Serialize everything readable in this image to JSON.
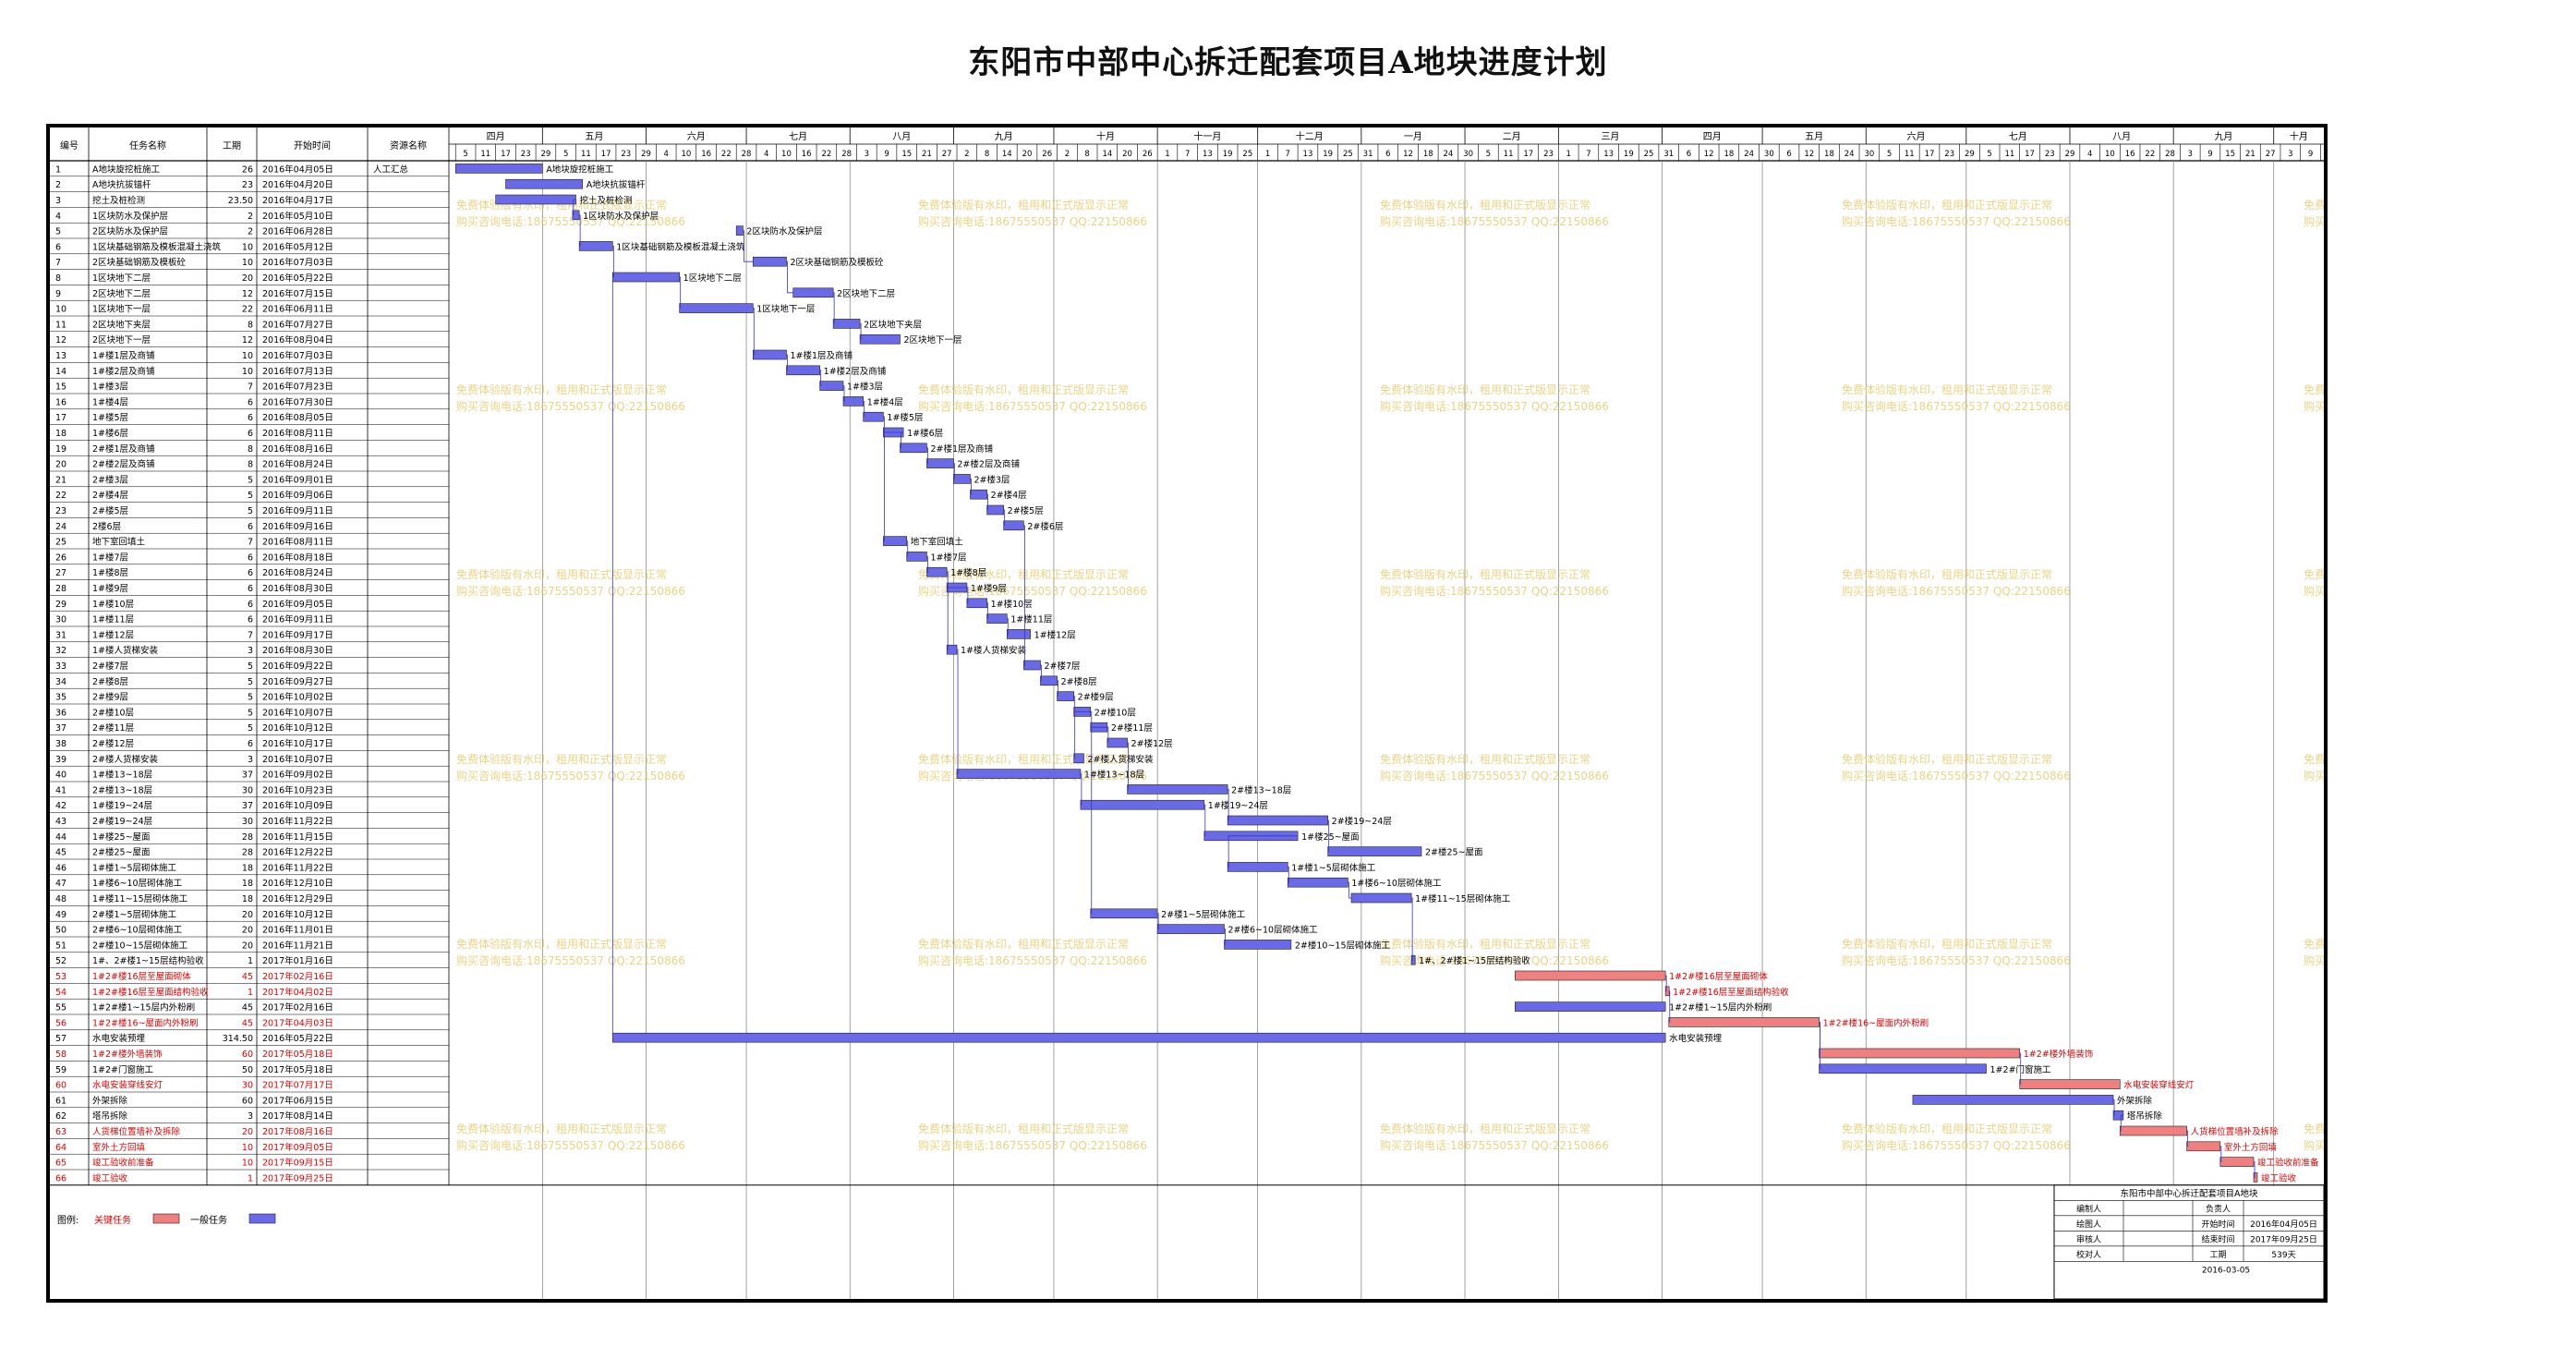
{
  "title": "东阳市中部中心拆迁配套项目A地块进度计划",
  "columns": {
    "id": "编号",
    "name": "任务名称",
    "duration": "工期",
    "start": "开始时间",
    "resource": "资源名称"
  },
  "watermark": {
    "line1": "免费体验版有水印，租用和正式版显示正常",
    "line2": "购买咨询电话:18675550537 QQ:22150866"
  },
  "colors": {
    "normal_bar": "#6a6ae8",
    "critical_bar": "#f08080",
    "critical_text": "#e00000",
    "grid": "#000000",
    "link": "#3333cc"
  },
  "timeline": {
    "months": [
      "四月",
      "五月",
      "六月",
      "七月",
      "八月",
      "九月",
      "十月",
      "十一月",
      "十二月",
      "一月",
      "二月",
      "三月",
      "四月",
      "五月",
      "六月",
      "七月",
      "八月",
      "九月",
      "十月"
    ],
    "start_date": "2016-04-05"
  },
  "legend": {
    "label": "图例:",
    "critical": "关键任务",
    "normal": "一般任务"
  },
  "info_box": {
    "title": "东阳市中部中心拆迁配套项目A地块",
    "rows": [
      [
        "编制人",
        "",
        "负责人",
        ""
      ],
      [
        "绘图人",
        "",
        "开始时间",
        "2016年04月05日"
      ],
      [
        "审核人",
        "",
        "结束时间",
        "2017年09月25日"
      ],
      [
        "校对人",
        "",
        "工期",
        "539天"
      ]
    ],
    "date": "2016-03-05"
  },
  "chart_data": {
    "type": "gantt",
    "title": "东阳市中部中心拆迁配套项目A地块进度计划",
    "tasks": [
      {
        "id": "1",
        "name": "A地块旋挖桩施工",
        "dur": "26",
        "start": "2016年04月05日",
        "res": "人工汇总",
        "crit": false,
        "s": "2016-04-05",
        "e": "2016-04-30",
        "lbl": "A地块旋挖桩施工"
      },
      {
        "id": "2",
        "name": "A地块抗拔锚杆",
        "dur": "23",
        "start": "2016年04月20日",
        "res": "",
        "crit": false,
        "s": "2016-04-20",
        "e": "2016-05-12",
        "lbl": "A地块抗拔锚杆"
      },
      {
        "id": "3",
        "name": "挖土及桩检测",
        "dur": "23.50",
        "start": "2016年04月17日",
        "res": "",
        "crit": false,
        "s": "2016-04-17",
        "e": "2016-05-10",
        "lbl": "挖土及桩检测"
      },
      {
        "id": "4",
        "name": "1区块防水及保护层",
        "dur": "2",
        "start": "2016年05月10日",
        "res": "",
        "crit": false,
        "s": "2016-05-10",
        "e": "2016-05-11",
        "lbl": "1区块防水及保护层"
      },
      {
        "id": "5",
        "name": "2区块防水及保护层",
        "dur": "2",
        "start": "2016年06月28日",
        "res": "",
        "crit": false,
        "s": "2016-06-28",
        "e": "2016-06-29",
        "lbl": "2区块防水及保护层"
      },
      {
        "id": "6",
        "name": "1区块基础钢筋及模板混凝土浇筑",
        "dur": "10",
        "start": "2016年05月12日",
        "res": "",
        "crit": false,
        "s": "2016-05-12",
        "e": "2016-05-21",
        "lbl": "1区块基础钢筋及模板混凝土浇筑"
      },
      {
        "id": "7",
        "name": "2区块基础钢筋及模板砼",
        "dur": "10",
        "start": "2016年07月03日",
        "res": "",
        "crit": false,
        "s": "2016-07-03",
        "e": "2016-07-12",
        "lbl": "2区块基础钢筋及模板砼"
      },
      {
        "id": "8",
        "name": "1区块地下二层",
        "dur": "20",
        "start": "2016年05月22日",
        "res": "",
        "crit": false,
        "s": "2016-05-22",
        "e": "2016-06-10",
        "lbl": "1区块地下二层"
      },
      {
        "id": "9",
        "name": "2区块地下二层",
        "dur": "12",
        "start": "2016年07月15日",
        "res": "",
        "crit": false,
        "s": "2016-07-15",
        "e": "2016-07-26",
        "lbl": "2区块地下二层"
      },
      {
        "id": "10",
        "name": "1区块地下一层",
        "dur": "22",
        "start": "2016年06月11日",
        "res": "",
        "crit": false,
        "s": "2016-06-11",
        "e": "2016-07-02",
        "lbl": "1区块地下一层"
      },
      {
        "id": "11",
        "name": "2区块地下夹层",
        "dur": "8",
        "start": "2016年07月27日",
        "res": "",
        "crit": false,
        "s": "2016-07-27",
        "e": "2016-08-03",
        "lbl": "2区块地下夹层"
      },
      {
        "id": "12",
        "name": "2区块地下一层",
        "dur": "12",
        "start": "2016年08月04日",
        "res": "",
        "crit": false,
        "s": "2016-08-04",
        "e": "2016-08-15",
        "lbl": "2区块地下一层"
      },
      {
        "id": "13",
        "name": "1#楼1层及商铺",
        "dur": "10",
        "start": "2016年07月03日",
        "res": "",
        "crit": false,
        "s": "2016-07-03",
        "e": "2016-07-12",
        "lbl": "1#楼1层及商铺"
      },
      {
        "id": "14",
        "name": "1#楼2层及商铺",
        "dur": "10",
        "start": "2016年07月13日",
        "res": "",
        "crit": false,
        "s": "2016-07-13",
        "e": "2016-07-22",
        "lbl": "1#楼2层及商铺"
      },
      {
        "id": "15",
        "name": "1#楼3层",
        "dur": "7",
        "start": "2016年07月23日",
        "res": "",
        "crit": false,
        "s": "2016-07-23",
        "e": "2016-07-29",
        "lbl": "1#楼3层"
      },
      {
        "id": "16",
        "name": "1#楼4层",
        "dur": "6",
        "start": "2016年07月30日",
        "res": "",
        "crit": false,
        "s": "2016-07-30",
        "e": "2016-08-04",
        "lbl": "1#楼4层"
      },
      {
        "id": "17",
        "name": "1#楼5层",
        "dur": "6",
        "start": "2016年08月05日",
        "res": "",
        "crit": false,
        "s": "2016-08-05",
        "e": "2016-08-10",
        "lbl": "1#楼5层"
      },
      {
        "id": "18",
        "name": "1#楼6层",
        "dur": "6",
        "start": "2016年08月11日",
        "res": "",
        "crit": false,
        "s": "2016-08-11",
        "e": "2016-08-16",
        "lbl": "1#楼6层"
      },
      {
        "id": "19",
        "name": "2#楼1层及商铺",
        "dur": "8",
        "start": "2016年08月16日",
        "res": "",
        "crit": false,
        "s": "2016-08-16",
        "e": "2016-08-23",
        "lbl": "2#楼1层及商铺"
      },
      {
        "id": "20",
        "name": "2#楼2层及商铺",
        "dur": "8",
        "start": "2016年08月24日",
        "res": "",
        "crit": false,
        "s": "2016-08-24",
        "e": "2016-08-31",
        "lbl": "2#楼2层及商铺"
      },
      {
        "id": "21",
        "name": "2#楼3层",
        "dur": "5",
        "start": "2016年09月01日",
        "res": "",
        "crit": false,
        "s": "2016-09-01",
        "e": "2016-09-05",
        "lbl": "2#楼3层"
      },
      {
        "id": "22",
        "name": "2#楼4层",
        "dur": "5",
        "start": "2016年09月06日",
        "res": "",
        "crit": false,
        "s": "2016-09-06",
        "e": "2016-09-10",
        "lbl": "2#楼4层"
      },
      {
        "id": "23",
        "name": "2#楼5层",
        "dur": "5",
        "start": "2016年09月11日",
        "res": "",
        "crit": false,
        "s": "2016-09-11",
        "e": "2016-09-15",
        "lbl": "2#楼5层"
      },
      {
        "id": "24",
        "name": "2楼6层",
        "dur": "6",
        "start": "2016年09月16日",
        "res": "",
        "crit": false,
        "s": "2016-09-16",
        "e": "2016-09-21",
        "lbl": "2#楼6层"
      },
      {
        "id": "25",
        "name": "地下室回填土",
        "dur": "7",
        "start": "2016年08月11日",
        "res": "",
        "crit": false,
        "s": "2016-08-11",
        "e": "2016-08-17",
        "lbl": "地下室回填土"
      },
      {
        "id": "26",
        "name": "1#楼7层",
        "dur": "6",
        "start": "2016年08月18日",
        "res": "",
        "crit": false,
        "s": "2016-08-18",
        "e": "2016-08-23",
        "lbl": "1#楼7层"
      },
      {
        "id": "27",
        "name": "1#楼8层",
        "dur": "6",
        "start": "2016年08月24日",
        "res": "",
        "crit": false,
        "s": "2016-08-24",
        "e": "2016-08-29",
        "lbl": "1#楼8层"
      },
      {
        "id": "28",
        "name": "1#楼9层",
        "dur": "6",
        "start": "2016年08月30日",
        "res": "",
        "crit": false,
        "s": "2016-08-30",
        "e": "2016-09-04",
        "lbl": "1#楼9层"
      },
      {
        "id": "29",
        "name": "1#楼10层",
        "dur": "6",
        "start": "2016年09月05日",
        "res": "",
        "crit": false,
        "s": "2016-09-05",
        "e": "2016-09-10",
        "lbl": "1#楼10层"
      },
      {
        "id": "30",
        "name": "1#楼11层",
        "dur": "6",
        "start": "2016年09月11日",
        "res": "",
        "crit": false,
        "s": "2016-09-11",
        "e": "2016-09-16",
        "lbl": "1#楼11层"
      },
      {
        "id": "31",
        "name": "1#楼12层",
        "dur": "7",
        "start": "2016年09月17日",
        "res": "",
        "crit": false,
        "s": "2016-09-17",
        "e": "2016-09-23",
        "lbl": "1#楼12层"
      },
      {
        "id": "32",
        "name": "1#楼人货梯安装",
        "dur": "3",
        "start": "2016年08月30日",
        "res": "",
        "crit": false,
        "s": "2016-08-30",
        "e": "2016-09-01",
        "lbl": "1#楼人货梯安装"
      },
      {
        "id": "33",
        "name": "2#楼7层",
        "dur": "5",
        "start": "2016年09月22日",
        "res": "",
        "crit": false,
        "s": "2016-09-22",
        "e": "2016-09-26",
        "lbl": "2#楼7层"
      },
      {
        "id": "34",
        "name": "2#楼8层",
        "dur": "5",
        "start": "2016年09月27日",
        "res": "",
        "crit": false,
        "s": "2016-09-27",
        "e": "2016-10-01",
        "lbl": "2#楼8层"
      },
      {
        "id": "35",
        "name": "2#楼9层",
        "dur": "5",
        "start": "2016年10月02日",
        "res": "",
        "crit": false,
        "s": "2016-10-02",
        "e": "2016-10-06",
        "lbl": "2#楼9层"
      },
      {
        "id": "36",
        "name": "2#楼10层",
        "dur": "5",
        "start": "2016年10月07日",
        "res": "",
        "crit": false,
        "s": "2016-10-07",
        "e": "2016-10-11",
        "lbl": "2#楼10层"
      },
      {
        "id": "37",
        "name": "2#楼11层",
        "dur": "5",
        "start": "2016年10月12日",
        "res": "",
        "crit": false,
        "s": "2016-10-12",
        "e": "2016-10-16",
        "lbl": "2#楼11层"
      },
      {
        "id": "38",
        "name": "2#楼12层",
        "dur": "6",
        "start": "2016年10月17日",
        "res": "",
        "crit": false,
        "s": "2016-10-17",
        "e": "2016-10-22",
        "lbl": "2#楼12层"
      },
      {
        "id": "39",
        "name": "2#楼人货梯安装",
        "dur": "3",
        "start": "2016年10月07日",
        "res": "",
        "crit": false,
        "s": "2016-10-07",
        "e": "2016-10-09",
        "lbl": "2#楼人货梯安装"
      },
      {
        "id": "40",
        "name": "1#楼13~18层",
        "dur": "37",
        "start": "2016年09月02日",
        "res": "",
        "crit": false,
        "s": "2016-09-02",
        "e": "2016-10-08",
        "lbl": "1#楼13~18层"
      },
      {
        "id": "41",
        "name": "2#楼13~18层",
        "dur": "30",
        "start": "2016年10月23日",
        "res": "",
        "crit": false,
        "s": "2016-10-23",
        "e": "2016-11-21",
        "lbl": "2#楼13~18层"
      },
      {
        "id": "42",
        "name": "1#楼19~24层",
        "dur": "37",
        "start": "2016年10月09日",
        "res": "",
        "crit": false,
        "s": "2016-10-09",
        "e": "2016-11-14",
        "lbl": "1#楼19~24层"
      },
      {
        "id": "43",
        "name": "2#楼19~24层",
        "dur": "30",
        "start": "2016年11月22日",
        "res": "",
        "crit": false,
        "s": "2016-11-22",
        "e": "2016-12-21",
        "lbl": "2#楼19~24层"
      },
      {
        "id": "44",
        "name": "1#楼25~屋面",
        "dur": "28",
        "start": "2016年11月15日",
        "res": "",
        "crit": false,
        "s": "2016-11-15",
        "e": "2016-12-12",
        "lbl": "1#楼25~屋面"
      },
      {
        "id": "45",
        "name": "2#楼25~屋面",
        "dur": "28",
        "start": "2016年12月22日",
        "res": "",
        "crit": false,
        "s": "2016-12-22",
        "e": "2017-01-18",
        "lbl": "2#楼25~屋面"
      },
      {
        "id": "46",
        "name": "1#楼1~5层砌体施工",
        "dur": "18",
        "start": "2016年11月22日",
        "res": "",
        "crit": false,
        "s": "2016-11-22",
        "e": "2016-12-09",
        "lbl": "1#楼1~5层砌体施工"
      },
      {
        "id": "47",
        "name": "1#楼6~10层砌体施工",
        "dur": "18",
        "start": "2016年12月10日",
        "res": "",
        "crit": false,
        "s": "2016-12-10",
        "e": "2016-12-27",
        "lbl": "1#楼6~10层砌体施工"
      },
      {
        "id": "48",
        "name": "1#楼11~15层砌体施工",
        "dur": "18",
        "start": "2016年12月29日",
        "res": "",
        "crit": false,
        "s": "2016-12-29",
        "e": "2017-01-15",
        "lbl": "1#楼11~15层砌体施工"
      },
      {
        "id": "49",
        "name": "2#楼1~5层砌体施工",
        "dur": "20",
        "start": "2016年10月12日",
        "res": "",
        "crit": false,
        "s": "2016-10-12",
        "e": "2016-10-31",
        "lbl": "2#楼1~5层砌体施工"
      },
      {
        "id": "50",
        "name": "2#楼6~10层砌体施工",
        "dur": "20",
        "start": "2016年11月01日",
        "res": "",
        "crit": false,
        "s": "2016-11-01",
        "e": "2016-11-20",
        "lbl": "2#楼6~10层砌体施工"
      },
      {
        "id": "51",
        "name": "2#楼10~15层砌体施工",
        "dur": "20",
        "start": "2016年11月21日",
        "res": "",
        "crit": false,
        "s": "2016-11-21",
        "e": "2016-12-10",
        "lbl": "2#楼10~15层砌体施工"
      },
      {
        "id": "52",
        "name": "1#、2#楼1~15层结构验收",
        "dur": "1",
        "start": "2017年01月16日",
        "res": "",
        "crit": false,
        "s": "2017-01-16",
        "e": "2017-01-16",
        "lbl": "1#、2#楼1~15层结构验收"
      },
      {
        "id": "53",
        "name": "1#2#楼16层至屋面砌体",
        "dur": "45",
        "start": "2017年02月16日",
        "res": "",
        "crit": true,
        "s": "2017-02-16",
        "e": "2017-04-01",
        "lbl": "1#2#楼16层至屋面砌体"
      },
      {
        "id": "54",
        "name": "1#2#楼16层至屋面结构验收",
        "dur": "1",
        "start": "2017年04月02日",
        "res": "",
        "crit": true,
        "s": "2017-04-02",
        "e": "2017-04-02",
        "lbl": "1#2#楼16层至屋面结构验收"
      },
      {
        "id": "55",
        "name": "1#2#楼1~15层内外粉刷",
        "dur": "45",
        "start": "2017年02月16日",
        "res": "",
        "crit": false,
        "s": "2017-02-16",
        "e": "2017-04-01",
        "lbl": "1#2#楼1~15层内外粉刷"
      },
      {
        "id": "56",
        "name": "1#2#楼16~屋面内外粉刷",
        "dur": "45",
        "start": "2017年04月03日",
        "res": "",
        "crit": true,
        "s": "2017-04-03",
        "e": "2017-05-17",
        "lbl": "1#2#楼16~屋面内外粉刷"
      },
      {
        "id": "57",
        "name": "水电安装预埋",
        "dur": "314.50",
        "start": "2016年05月22日",
        "res": "",
        "crit": false,
        "s": "2016-05-22",
        "e": "2017-04-01",
        "lbl": "水电安装预埋"
      },
      {
        "id": "58",
        "name": "1#2#楼外墙装饰",
        "dur": "60",
        "start": "2017年05月18日",
        "res": "",
        "crit": true,
        "s": "2017-05-18",
        "e": "2017-07-16",
        "lbl": "1#2#楼外墙装饰"
      },
      {
        "id": "59",
        "name": "1#2#门窗施工",
        "dur": "50",
        "start": "2017年05月18日",
        "res": "",
        "crit": false,
        "s": "2017-05-18",
        "e": "2017-07-06",
        "lbl": "1#2#门窗施工"
      },
      {
        "id": "60",
        "name": "水电安装穿线安灯",
        "dur": "30",
        "start": "2017年07月17日",
        "res": "",
        "crit": true,
        "s": "2017-07-17",
        "e": "2017-08-15",
        "lbl": "水电安装穿线安灯"
      },
      {
        "id": "61",
        "name": "外架拆除",
        "dur": "60",
        "start": "2017年06月15日",
        "res": "",
        "crit": false,
        "s": "2017-06-15",
        "e": "2017-08-13",
        "lbl": "外架拆除"
      },
      {
        "id": "62",
        "name": "塔吊拆除",
        "dur": "3",
        "start": "2017年08月14日",
        "res": "",
        "crit": false,
        "s": "2017-08-14",
        "e": "2017-08-16",
        "lbl": "塔吊拆除"
      },
      {
        "id": "63",
        "name": "人货梯位置墙补及拆除",
        "dur": "20",
        "start": "2017年08月16日",
        "res": "",
        "crit": true,
        "s": "2017-08-16",
        "e": "2017-09-04",
        "lbl": "人货梯位置墙补及拆除"
      },
      {
        "id": "64",
        "name": "室外土方回填",
        "dur": "10",
        "start": "2017年09月05日",
        "res": "",
        "crit": true,
        "s": "2017-09-05",
        "e": "2017-09-14",
        "lbl": "室外土方回填"
      },
      {
        "id": "65",
        "name": "竣工验收前准备",
        "dur": "10",
        "start": "2017年09月15日",
        "res": "",
        "crit": true,
        "s": "2017-09-15",
        "e": "2017-09-24",
        "lbl": "竣工验收前准备"
      },
      {
        "id": "66",
        "name": "竣工验收",
        "dur": "1",
        "start": "2017年09月25日",
        "res": "",
        "crit": true,
        "s": "2017-09-25",
        "e": "2017-09-25",
        "lbl": "竣工验收"
      }
    ]
  }
}
